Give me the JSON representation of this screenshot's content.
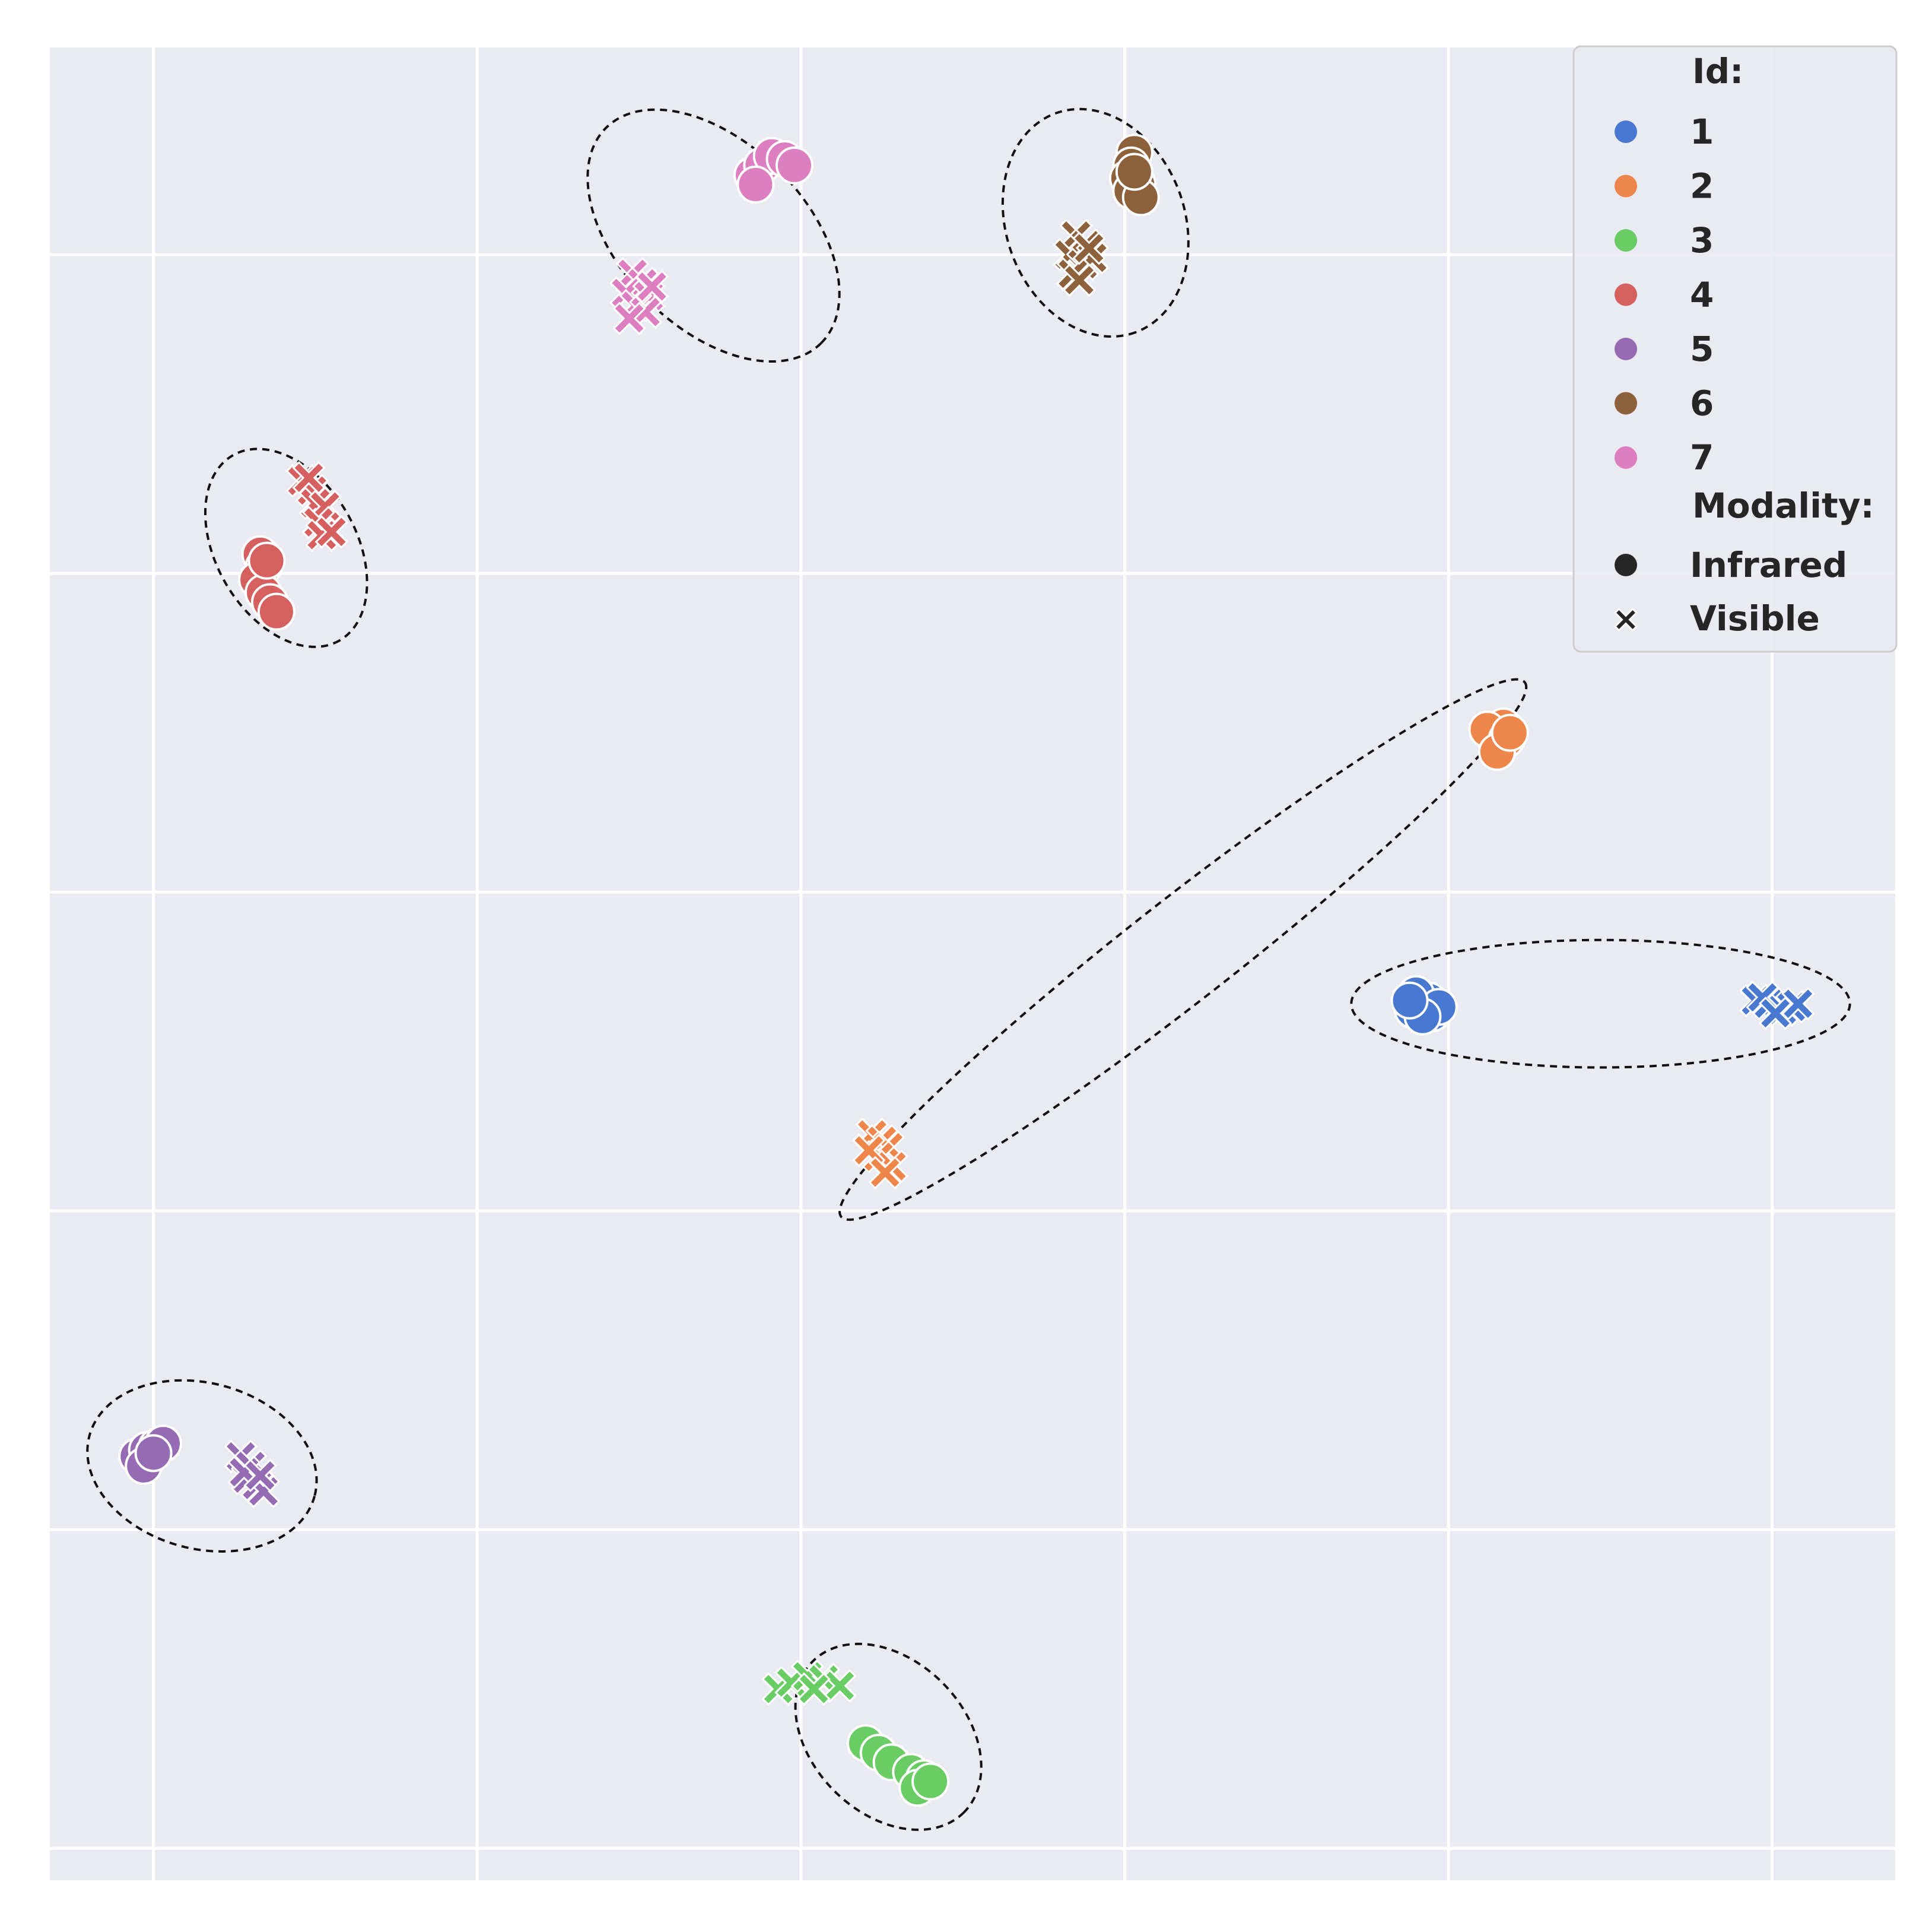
{
  "chart_data": {
    "type": "scatter",
    "title": "",
    "xlabel": "",
    "ylabel": "",
    "xlim": [
      -0.32,
      5.38
    ],
    "ylim": [
      -0.1,
      5.65
    ],
    "x_gridlines": [
      0,
      1,
      2,
      3,
      4,
      5
    ],
    "y_gridlines": [
      0,
      1,
      2,
      3,
      4,
      5,
      6
    ],
    "grid": true,
    "background": "#eaeaf2",
    "legend_position": "top-right",
    "legend": {
      "hue_title": "Id:",
      "style_title": "Modality:",
      "ids": [
        {
          "label": "1",
          "color": "#4878d0"
        },
        {
          "label": "2",
          "color": "#ee854a"
        },
        {
          "label": "3",
          "color": "#6acc64"
        },
        {
          "label": "4",
          "color": "#d65f5f"
        },
        {
          "label": "5",
          "color": "#956cb4"
        },
        {
          "label": "6",
          "color": "#8c613c"
        },
        {
          "label": "7",
          "color": "#dc7ec0"
        }
      ],
      "modalities": [
        {
          "label": "Infrared",
          "marker": "circle"
        },
        {
          "label": "Visible",
          "marker": "x"
        }
      ]
    },
    "series": [
      {
        "id": "1",
        "modality": "Infrared",
        "points": [
          [
            3.91,
            2.65
          ],
          [
            3.94,
            2.66
          ],
          [
            3.89,
            2.63
          ],
          [
            3.95,
            2.62
          ],
          [
            3.9,
            2.68
          ],
          [
            3.97,
            2.64
          ],
          [
            3.92,
            2.61
          ],
          [
            3.88,
            2.66
          ]
        ]
      },
      {
        "id": "1",
        "modality": "Visible",
        "points": [
          [
            4.95,
            2.66
          ],
          [
            4.99,
            2.65
          ],
          [
            5.03,
            2.63
          ],
          [
            5.06,
            2.64
          ],
          [
            4.97,
            2.67
          ],
          [
            5.01,
            2.62
          ],
          [
            5.08,
            2.65
          ]
        ]
      },
      {
        "id": "2",
        "modality": "Infrared",
        "points": [
          [
            4.14,
            3.49
          ],
          [
            4.17,
            3.52
          ],
          [
            4.12,
            3.51
          ],
          [
            4.18,
            3.48
          ],
          [
            4.15,
            3.44
          ],
          [
            4.19,
            3.5
          ]
        ]
      },
      {
        "id": "2",
        "modality": "Visible",
        "points": [
          [
            2.22,
            2.24
          ],
          [
            2.25,
            2.22
          ],
          [
            2.27,
            2.2
          ],
          [
            2.24,
            2.17
          ],
          [
            2.28,
            2.14
          ],
          [
            2.21,
            2.19
          ],
          [
            2.26,
            2.12
          ]
        ]
      },
      {
        "id": "3",
        "modality": "Infrared",
        "points": [
          [
            2.2,
            0.33
          ],
          [
            2.24,
            0.3
          ],
          [
            2.28,
            0.27
          ],
          [
            2.34,
            0.24
          ],
          [
            2.38,
            0.22
          ],
          [
            2.36,
            0.19
          ],
          [
            2.4,
            0.21
          ]
        ]
      },
      {
        "id": "3",
        "modality": "Visible",
        "points": [
          [
            1.93,
            0.5
          ],
          [
            1.97,
            0.52
          ],
          [
            2.02,
            0.54
          ],
          [
            2.07,
            0.53
          ],
          [
            2.12,
            0.51
          ],
          [
            2.04,
            0.5
          ]
        ]
      },
      {
        "id": "4",
        "modality": "Infrared",
        "points": [
          [
            0.33,
            4.06
          ],
          [
            0.34,
            4.02
          ],
          [
            0.32,
            3.98
          ],
          [
            0.34,
            3.94
          ],
          [
            0.36,
            3.91
          ],
          [
            0.38,
            3.88
          ],
          [
            0.35,
            4.04
          ]
        ]
      },
      {
        "id": "4",
        "modality": "Visible",
        "points": [
          [
            0.46,
            4.29
          ],
          [
            0.49,
            4.26
          ],
          [
            0.5,
            4.22
          ],
          [
            0.53,
            4.21
          ],
          [
            0.51,
            4.16
          ],
          [
            0.52,
            4.12
          ],
          [
            0.55,
            4.13
          ],
          [
            0.48,
            4.3
          ]
        ]
      },
      {
        "id": "5",
        "modality": "Infrared",
        "points": [
          [
            -0.05,
            1.23
          ],
          [
            -0.02,
            1.25
          ],
          [
            0.01,
            1.26
          ],
          [
            0.03,
            1.27
          ],
          [
            -0.03,
            1.2
          ],
          [
            0.0,
            1.24
          ]
        ]
      },
      {
        "id": "5",
        "modality": "Visible",
        "points": [
          [
            0.27,
            1.23
          ],
          [
            0.3,
            1.2
          ],
          [
            0.29,
            1.16
          ],
          [
            0.32,
            1.14
          ],
          [
            0.34,
            1.12
          ],
          [
            0.28,
            1.18
          ],
          [
            0.33,
            1.17
          ]
        ]
      },
      {
        "id": "6",
        "modality": "Infrared",
        "points": [
          [
            3.03,
            5.32
          ],
          [
            3.02,
            5.28
          ],
          [
            3.01,
            5.24
          ],
          [
            3.04,
            5.22
          ],
          [
            3.02,
            5.2
          ],
          [
            3.05,
            5.18
          ],
          [
            3.03,
            5.26
          ]
        ]
      },
      {
        "id": "6",
        "modality": "Visible",
        "points": [
          [
            2.85,
            5.06
          ],
          [
            2.88,
            5.03
          ],
          [
            2.83,
            5.0
          ],
          [
            2.87,
            4.97
          ],
          [
            2.9,
            4.99
          ],
          [
            2.84,
            4.94
          ],
          [
            2.89,
            5.02
          ],
          [
            2.86,
            4.92
          ]
        ]
      },
      {
        "id": "7",
        "modality": "Infrared",
        "points": [
          [
            1.85,
            5.25
          ],
          [
            1.88,
            5.28
          ],
          [
            1.91,
            5.31
          ],
          [
            1.95,
            5.3
          ],
          [
            1.98,
            5.28
          ],
          [
            1.86,
            5.22
          ]
        ]
      },
      {
        "id": "7",
        "modality": "Visible",
        "points": [
          [
            1.48,
            4.94
          ],
          [
            1.51,
            4.91
          ],
          [
            1.46,
            4.88
          ],
          [
            1.53,
            4.87
          ],
          [
            1.49,
            4.84
          ],
          [
            1.52,
            4.82
          ],
          [
            1.47,
            4.8
          ],
          [
            1.54,
            4.9
          ]
        ]
      }
    ],
    "annotations": [
      {
        "kind": "dashed-ellipse",
        "center": [
          4.47,
          2.65
        ],
        "radii": [
          0.77,
          0.2
        ],
        "angle": 0
      },
      {
        "kind": "dashed-ellipse",
        "center": [
          3.18,
          2.82
        ],
        "radii": [
          1.34,
          0.16
        ],
        "angle": 38
      },
      {
        "kind": "dashed-ellipse",
        "center": [
          2.27,
          0.35
        ],
        "radii": [
          0.33,
          0.24
        ],
        "angle": -45
      },
      {
        "kind": "dashed-ellipse",
        "center": [
          0.41,
          4.08
        ],
        "radii": [
          0.33,
          0.22
        ],
        "angle": -60
      },
      {
        "kind": "dashed-ellipse",
        "center": [
          0.15,
          1.2
        ],
        "radii": [
          0.36,
          0.26
        ],
        "angle": -15
      },
      {
        "kind": "dashed-ellipse",
        "center": [
          2.91,
          5.1
        ],
        "radii": [
          0.36,
          0.28
        ],
        "angle": -70
      },
      {
        "kind": "dashed-ellipse",
        "center": [
          1.73,
          5.06
        ],
        "radii": [
          0.47,
          0.29
        ],
        "angle": -45
      }
    ]
  }
}
